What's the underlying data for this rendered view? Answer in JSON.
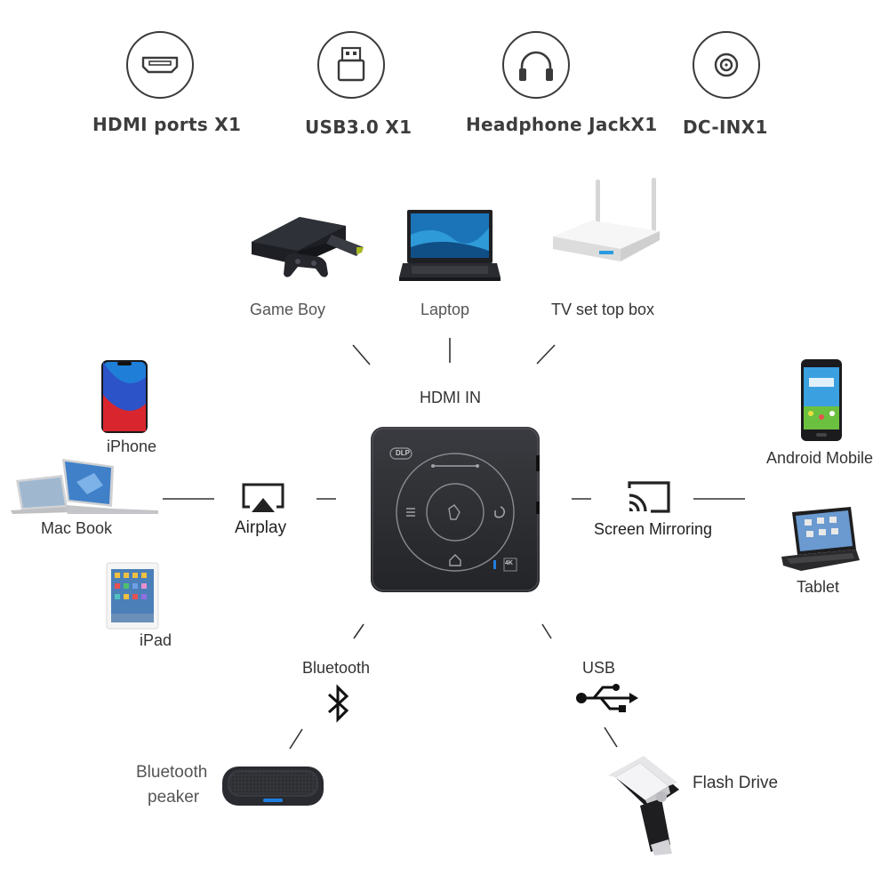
{
  "ports": [
    {
      "label": "HDMI ports X1",
      "icon": "hdmi-port-icon"
    },
    {
      "label": "USB3.0 X1",
      "icon": "usb-port-icon"
    },
    {
      "label": "Headphone JackX1",
      "icon": "headphone-icon"
    },
    {
      "label": "DC-INX1",
      "icon": "dc-in-icon"
    }
  ],
  "hdmi": {
    "label": "HDMI IN",
    "devices": [
      {
        "label": "Game Boy"
      },
      {
        "label": "Laptop"
      },
      {
        "label": "TV set top box"
      }
    ]
  },
  "airplay": {
    "label": "Airplay",
    "devices": [
      {
        "label": "iPhone"
      },
      {
        "label": "Mac Book"
      },
      {
        "label": "iPad"
      }
    ]
  },
  "mirroring": {
    "label": "Screen Mirroring",
    "devices": [
      {
        "label": "Android Mobile"
      },
      {
        "label": "Tablet"
      }
    ]
  },
  "bluetooth": {
    "label": "Bluetooth",
    "device_line1": "Bluetooth",
    "device_line2": "peaker"
  },
  "usb": {
    "label": "USB",
    "device": "Flash Drive"
  },
  "projector": {
    "brand": "DLP",
    "badge": "4K"
  },
  "colors": {
    "line": "#333333",
    "projector_body": "#2b2b2e",
    "icon_stroke": "#3a3a3a"
  }
}
